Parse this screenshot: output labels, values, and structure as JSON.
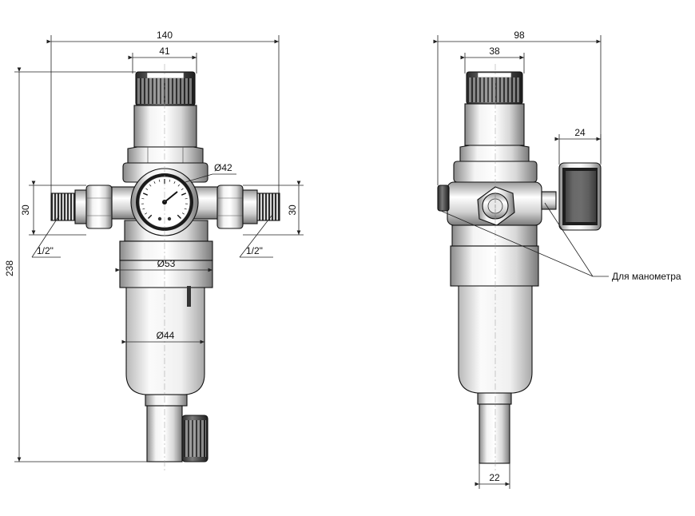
{
  "front_view": {
    "width_overall": "140",
    "cap_width": "41",
    "height_overall": "238",
    "port_left_height": "30",
    "port_right_height": "30",
    "gauge_diameter": "Ø42",
    "body_diameter": "Ø53",
    "bowl_diameter": "Ø44",
    "thread_left": "1/2\"",
    "thread_right": "1/2\""
  },
  "side_view": {
    "width_overall": "98",
    "cap_width": "38",
    "gauge_offset": "24",
    "drain_width": "22",
    "gauge_port_note": "Для манометра"
  },
  "colors": {
    "line": "#111111",
    "metal_light": "#f2f2f2",
    "metal_mid": "#bdbdbd",
    "metal_dark": "#3a3a3a"
  }
}
